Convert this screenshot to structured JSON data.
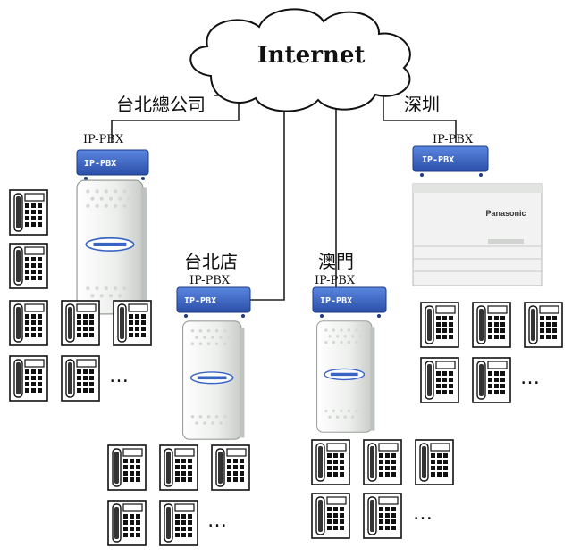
{
  "cloud": {
    "label": "Internet"
  },
  "sites": [
    {
      "name": "台北總公司",
      "device_label": "IP-PBX",
      "badge": "IP-PBX",
      "pbx_style": "tower"
    },
    {
      "name": "台北店",
      "device_label": "IP-PBX",
      "badge": "IP-PBX",
      "pbx_style": "tower"
    },
    {
      "name": "澳門",
      "device_label": "IP-PBX",
      "badge": "IP-PBX",
      "pbx_style": "tower"
    },
    {
      "name": "深圳",
      "device_label": "IP-PBX",
      "badge": "IP-PBX",
      "pbx_style": "panasonic",
      "brand": "Panasonic"
    }
  ],
  "ellipsis": "…",
  "colors": {
    "badge": "#3a64c4",
    "line": "#222222",
    "device": "#eef0ee"
  }
}
